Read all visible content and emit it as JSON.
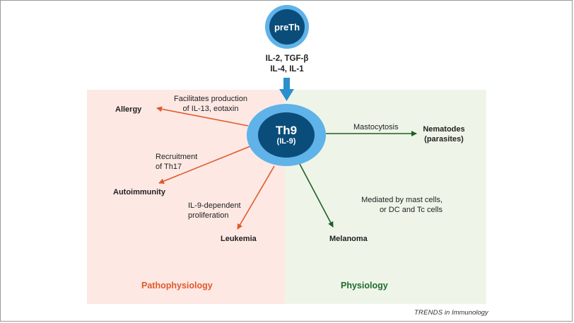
{
  "nodes": {
    "preth": "preTh",
    "th9_name": "Th9",
    "th9_cytokine": "(IL-9)"
  },
  "inducers": {
    "line1": "IL-2, TGF-β",
    "line2": "IL-4, IL-1"
  },
  "outcomes": {
    "allergy": "Allergy",
    "autoimmunity": "Autoimmunity",
    "leukemia": "Leukemia",
    "nematodes_line1": "Nematodes",
    "nematodes_line2": "(parasites)",
    "melanoma": "Melanoma"
  },
  "mechanisms": {
    "allergy_line1": "Facilitates production",
    "allergy_line2": "of IL-13, eotaxin",
    "autoimmunity_line1": "Recruitment",
    "autoimmunity_line2": "of Th17",
    "leukemia_line1": "IL-9-dependent",
    "leukemia_line2": "proliferation",
    "nematodes": "Mastocytosis",
    "melanoma_line1": "Mediated by mast cells,",
    "melanoma_line2": "or DC and Tc cells"
  },
  "panels": {
    "left_title": "Pathophysiology",
    "right_title": "Physiology"
  },
  "credit": {
    "journal": "TRENDS",
    "suffix": " in Immunology"
  },
  "colors": {
    "pathology_arrow": "#e05a2b",
    "physiology_arrow": "#1e5e26",
    "induction_arrow": "#2a8fcf",
    "cell_outer": "#5fb3e8",
    "cell_inner": "#0b4d7a",
    "pathology_panel": "#fde8e4",
    "physiology_panel": "#eef5e8"
  }
}
